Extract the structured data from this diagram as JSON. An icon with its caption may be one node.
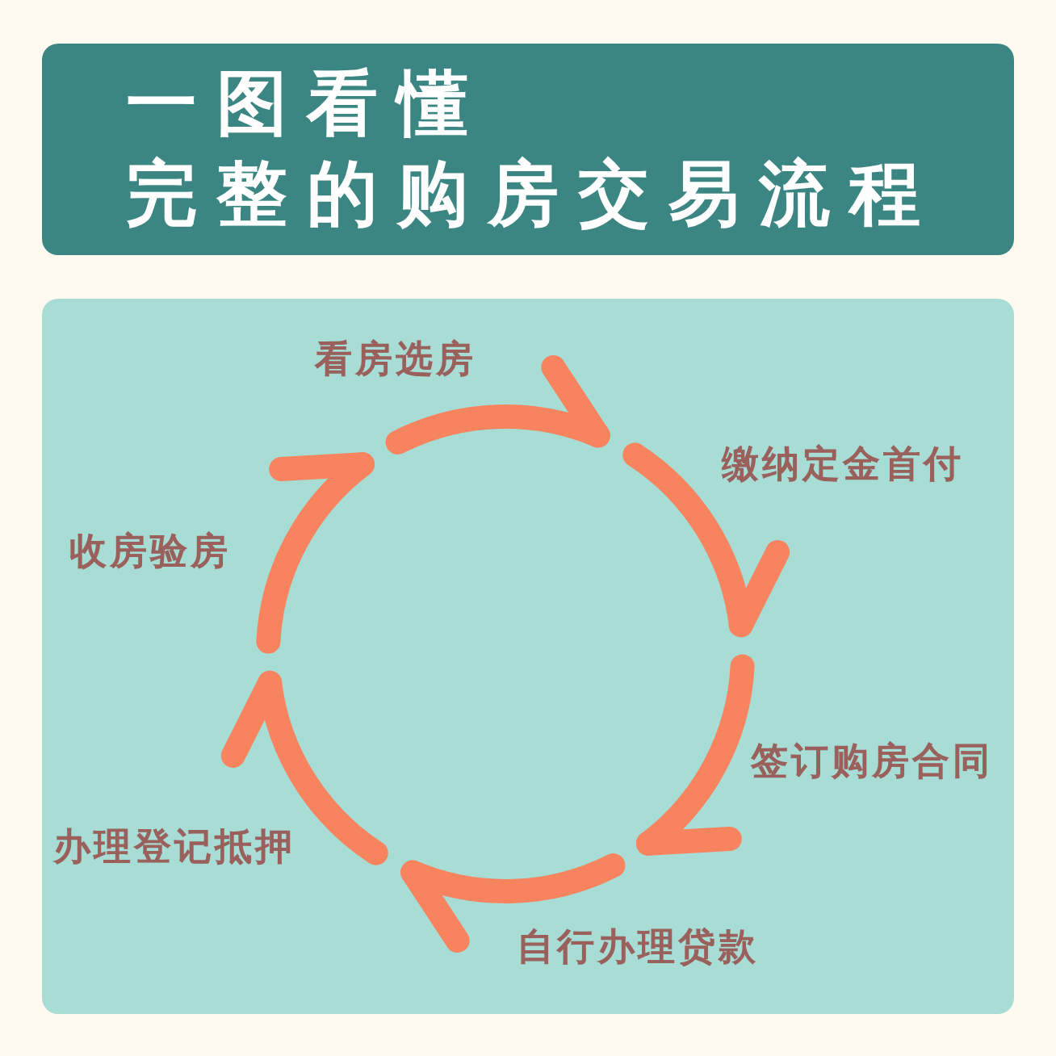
{
  "diagram": {
    "title": "一图看懂完整的购房交易流程",
    "labels": [
      "看房选房",
      "缴纳定金首付",
      "签订购房合同",
      "自行办理贷款",
      "办理登记抵押",
      "收房验房"
    ]
  }
}
